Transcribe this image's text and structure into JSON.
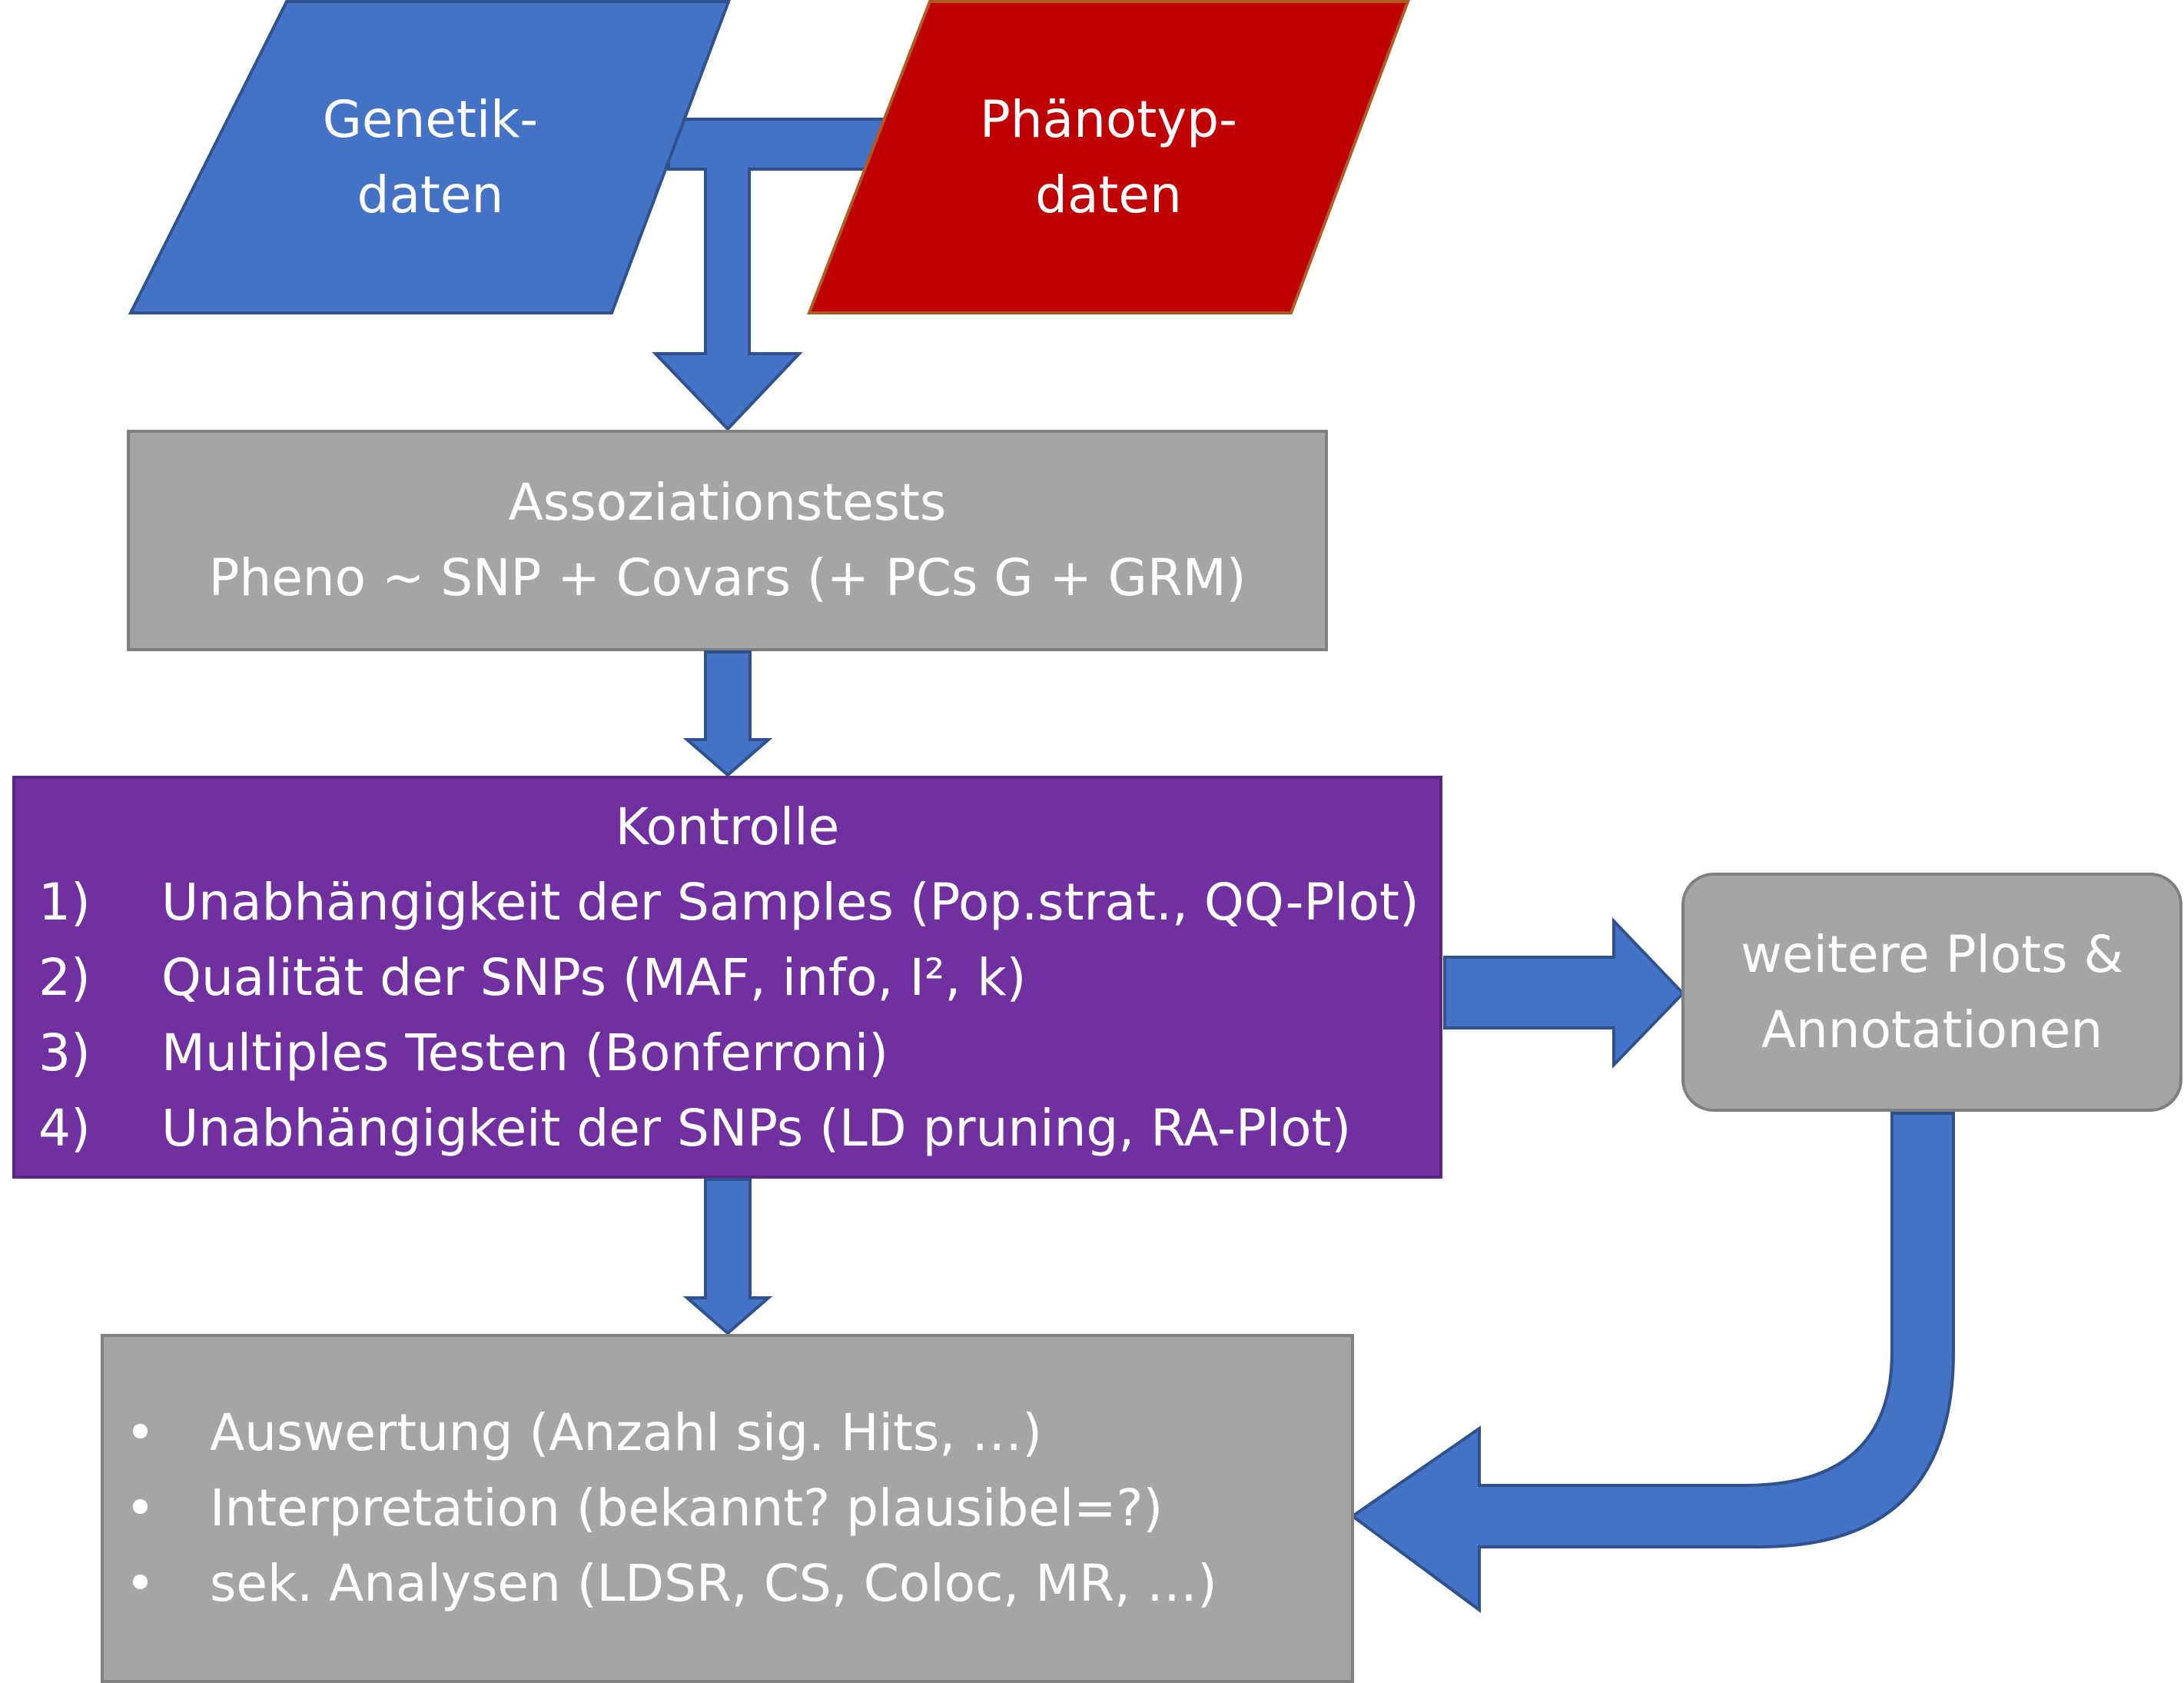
{
  "genetik": {
    "lines": [
      "Genetik-",
      "daten"
    ],
    "color": "#4472C4"
  },
  "phaenotyp": {
    "lines": [
      "Phänotyp-",
      "daten"
    ],
    "color": "#C00000"
  },
  "assoziation": {
    "title": "Assoziationstests",
    "formula": "Pheno ~ SNP + Covars (+ PCs G + GRM)",
    "color": "#A5A5A5"
  },
  "kontrolle": {
    "title": "Kontrolle",
    "items": [
      {
        "num": "1)",
        "text": "Unabhängigkeit der Samples (Pop.strat., QQ-Plot)"
      },
      {
        "num": "2)",
        "text": "Qualität der SNPs (MAF, info, I², k)"
      },
      {
        "num": "3)",
        "text": "Multiples Testen (Bonferroni)"
      },
      {
        "num": "4)",
        "text": "Unabhängigkeit der SNPs (LD pruning, RA-Plot)"
      }
    ],
    "color": "#7030A0"
  },
  "weitere": {
    "lines": [
      "weitere Plots &",
      "Annotationen"
    ],
    "color": "#A5A5A5"
  },
  "auswertung": {
    "items": [
      {
        "bullet": "•",
        "text": "Auswertung (Anzahl sig. Hits, …)"
      },
      {
        "bullet": "•",
        "text": "Interpretation (bekannt? plausibel=?)"
      },
      {
        "bullet": "•",
        "text": "sek. Analysen (LDSR, CS, Coloc, MR, …)"
      }
    ],
    "color": "#A5A5A5"
  },
  "arrow_color": "#4472C4"
}
